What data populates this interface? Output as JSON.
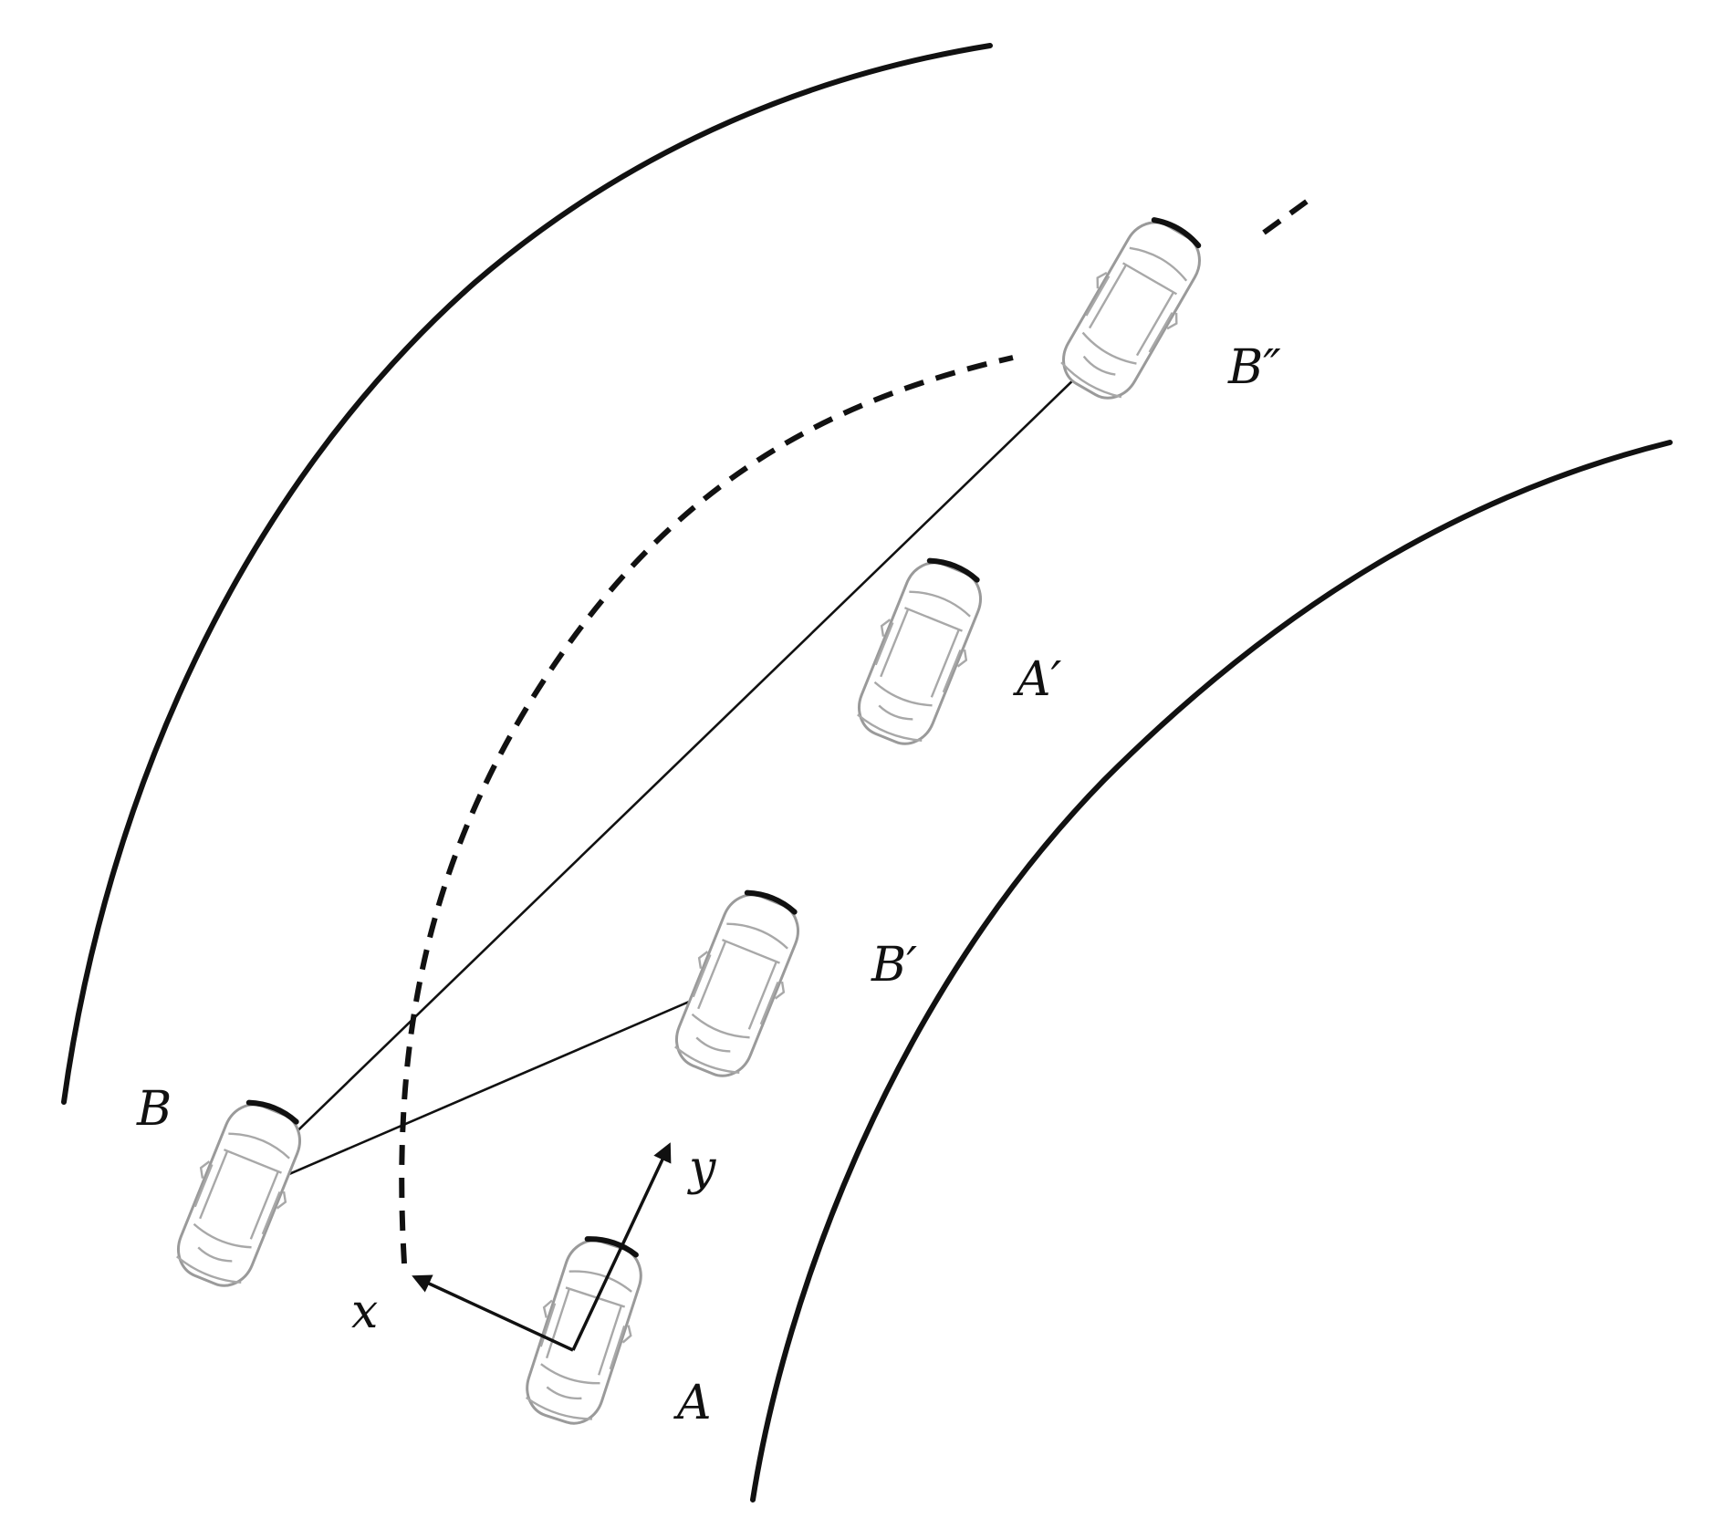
{
  "labels": {
    "B": "B",
    "B_prime": "B′",
    "B_double_prime": "B″",
    "A": "A",
    "A_prime": "A′",
    "x_axis": "x",
    "y_axis": "y"
  },
  "colors": {
    "ink": "#111111",
    "car_outline": "#9a9a9a",
    "background": "#ffffff"
  }
}
